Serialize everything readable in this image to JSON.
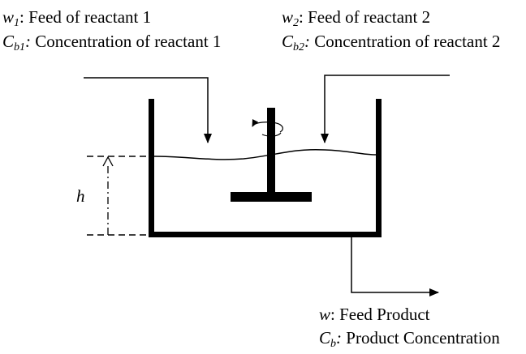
{
  "labels": {
    "feed1": {
      "flow_symbol": "w",
      "flow_subscript": "1",
      "flow_text": ": Feed of reactant 1",
      "conc_symbol": "C",
      "conc_subscript": "b1",
      "conc_colon": ":",
      "conc_text": " Concentration of reactant 1"
    },
    "feed2": {
      "flow_symbol": "w",
      "flow_subscript": "2",
      "flow_text": ": Feed of reactant 2",
      "conc_symbol": "C",
      "conc_subscript": "b2",
      "conc_colon": ":",
      "conc_text": " Concentration of reactant 2"
    },
    "product": {
      "flow_symbol": "w",
      "flow_text": ": Feed Product",
      "conc_symbol": "C",
      "conc_subscript": "b",
      "conc_colon": ":",
      "conc_text": " Product Concentration"
    },
    "height_symbol": "h"
  },
  "colors": {
    "ink": "#000000",
    "background": "#ffffff"
  }
}
